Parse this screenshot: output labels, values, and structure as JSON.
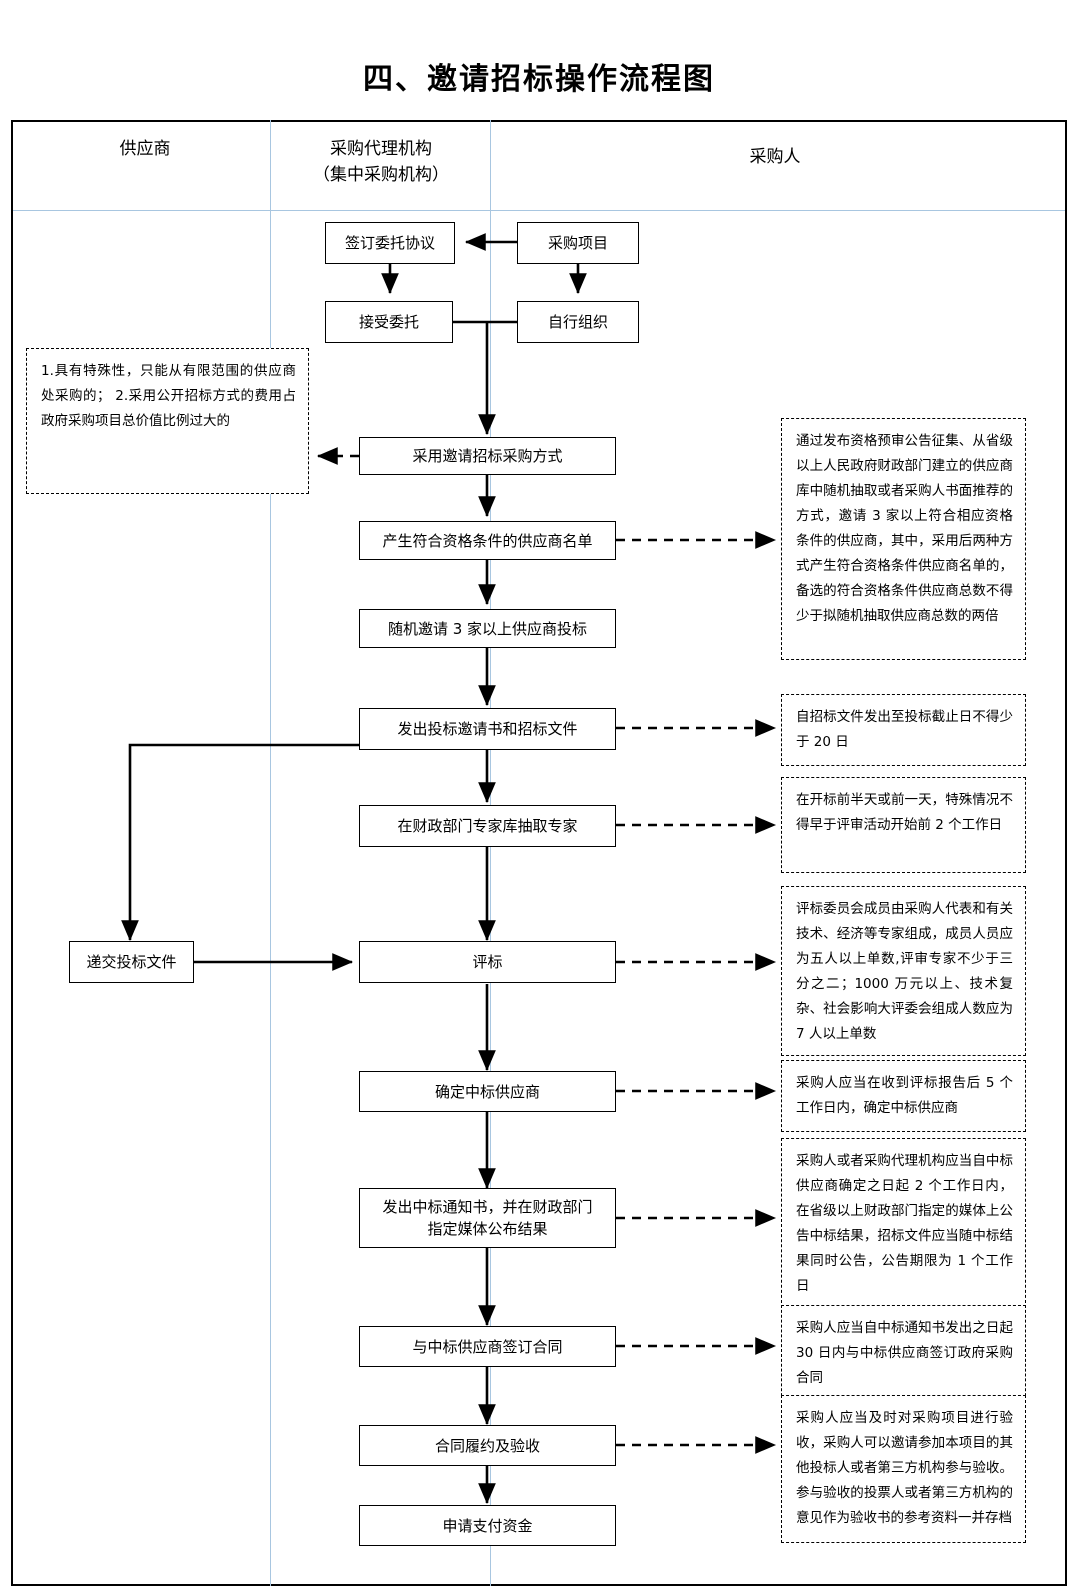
{
  "title": "四、邀请招标操作流程图",
  "columns": [
    {
      "name": "supplier",
      "label": "供应商"
    },
    {
      "name": "agency",
      "label": "采购代理机构\n（集中采购机构）",
      "line1": "采购代理机构",
      "line2": "（集中采购机构）"
    },
    {
      "name": "purchaser",
      "label": "采购人"
    }
  ],
  "boxes": [
    {
      "id": "sign-entrust-agreement",
      "label": "签订委托协议"
    },
    {
      "id": "procurement-project",
      "label": "采购项目"
    },
    {
      "id": "accept-entrust",
      "label": "接受委托"
    },
    {
      "id": "self-organize",
      "label": "自行组织"
    },
    {
      "id": "use-invited-bidding",
      "label": "采用邀请招标采购方式"
    },
    {
      "id": "generate-qualified-supplier-list",
      "label": "产生符合资格条件的供应商名单"
    },
    {
      "id": "randomly-invite-three-suppliers",
      "label": "随机邀请 3 家以上供应商投标"
    },
    {
      "id": "issue-invitation-and-documents",
      "label": "发出投标邀请书和招标文件"
    },
    {
      "id": "draw-experts",
      "label": "在财政部门专家库抽取专家"
    },
    {
      "id": "submit-bid-documents",
      "label": "递交投标文件"
    },
    {
      "id": "bid-evaluation",
      "label": "评标"
    },
    {
      "id": "determine-winning-supplier",
      "label": "确定中标供应商"
    },
    {
      "id": "issue-award-notice",
      "label": "发出中标通知书，并在财政部门\n指定媒体公布结果",
      "line1": "发出中标通知书，并在财政部门",
      "line2": "指定媒体公布结果"
    },
    {
      "id": "sign-contract",
      "label": "与中标供应商签订合同"
    },
    {
      "id": "contract-performance-acceptance",
      "label": "合同履约及验收"
    },
    {
      "id": "apply-payment",
      "label": "申请支付资金"
    }
  ],
  "notes": [
    {
      "id": "note-invited-bidding-conditions",
      "text": "1.具有特殊性，只能从有限范围的供应商处采购的；\n2.采用公开招标方式的费用占政府采购项目总价值比例过大的"
    },
    {
      "id": "note-supplier-list",
      "text": "通过发布资格预审公告征集、从省级以上人民政府财政部门建立的供应商库中随机抽取或者采购人书面推荐的方式，邀请 3 家以上符合相应资格条件的供应商，其中，采用后两种方式产生符合资格条件供应商名单的，备选的符合资格条件供应商总数不得少于拟随机抽取供应商总数的两倍"
    },
    {
      "id": "note-bid-deadline",
      "text": "自招标文件发出至投标截止日不得少于 20 日"
    },
    {
      "id": "note-expert-drawing-time",
      "text": "在开标前半天或前一天，特殊情况不得早于评审活动开始前 2 个工作日"
    },
    {
      "id": "note-evaluation-committee",
      "text": "评标委员会成员由采购人代表和有关技术、经济等专家组成，成员人员应为五人以上单数,评审专家不少于三分之二；1000 万元以上、技术复杂、社会影响大评委会组成人数应为 7 人以上单数"
    },
    {
      "id": "note-determine-winner-days",
      "text": "采购人应当在收到评标报告后 5 个工作日内，确定中标供应商"
    },
    {
      "id": "note-announce-result",
      "text": "采购人或者采购代理机构应当自中标供应商确定之日起 2 个工作日内，在省级以上财政部门指定的媒体上公告中标结果，招标文件应当随中标结果同时公告，公告期限为 1 个工作日"
    },
    {
      "id": "note-contract-signing-days",
      "text": "采购人应当自中标通知书发出之日起 30 日内与中标供应商签订政府采购合同"
    },
    {
      "id": "note-acceptance",
      "text": "采购人应当及时对采购项目进行验收，采购人可以邀请参加本项目的其他投标人或者第三方机构参与验收。参与验收的投票人或者第三方机构的意见作为验收书的参考资料一并存档"
    }
  ],
  "colors": {
    "line": "#000000",
    "divider": "#a8c6e0",
    "background": "#ffffff"
  }
}
